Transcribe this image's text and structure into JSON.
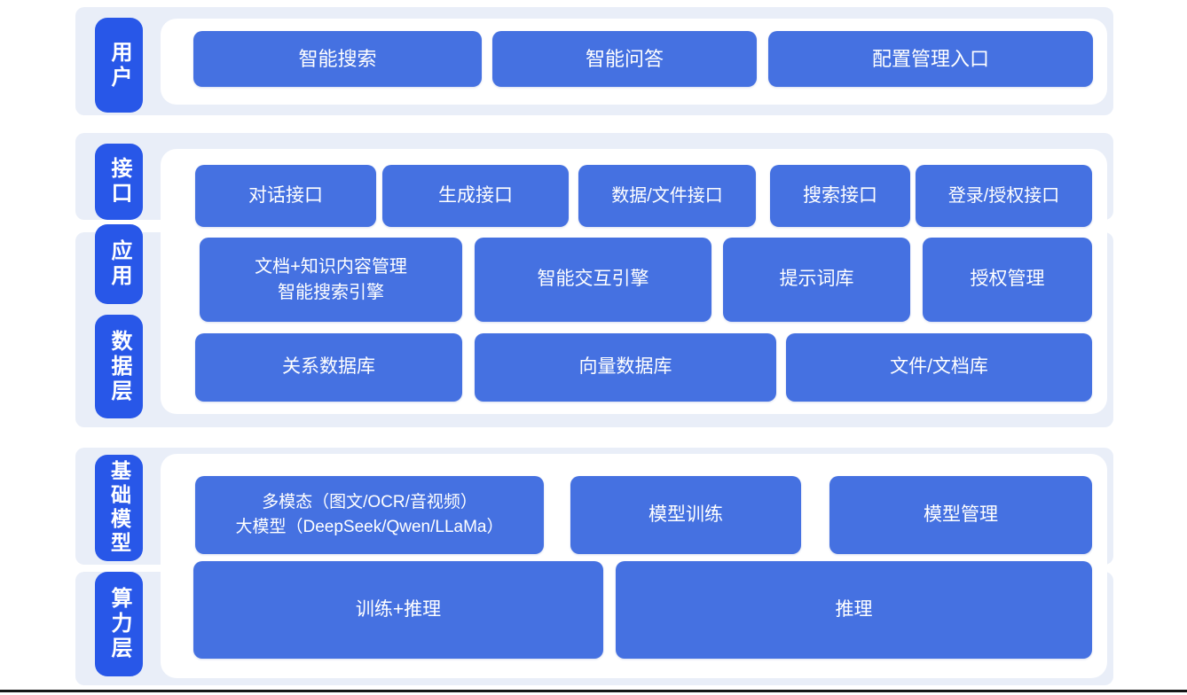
{
  "diagram": {
    "type": "layered-architecture",
    "colors": {
      "label_blue": "#2857e8",
      "button_blue": "#4571e1",
      "band_background": "#e9eef8",
      "panel_background": "#ffffff",
      "text": "#ffffff",
      "bottom_rule": "#161616"
    },
    "layers": {
      "user": {
        "label": "用户",
        "buttons": [
          "智能搜索",
          "智能问答",
          "配置管理入口"
        ]
      },
      "interface": {
        "label": "接口",
        "buttons": [
          "对话接口",
          "生成接口",
          "数据/文件接口",
          "搜索接口",
          "登录/授权接口"
        ]
      },
      "application": {
        "label": "应用",
        "buttons": [
          "文档+知识内容管理\n智能搜索引擎",
          "智能交互引擎",
          "提示词库",
          "授权管理"
        ]
      },
      "data_layer": {
        "label": "数据层",
        "buttons": [
          "关系数据库",
          "向量数据库",
          "文件/文档库"
        ]
      },
      "foundation_model": {
        "label": "基础模型",
        "buttons": [
          "多模态（图文/OCR/音视频）\n大模型（DeepSeek/Qwen/LLaMa）",
          "模型训练",
          "模型管理"
        ]
      },
      "compute_layer": {
        "label": "算力层",
        "buttons": [
          "训练+推理",
          "推理"
        ]
      }
    }
  }
}
